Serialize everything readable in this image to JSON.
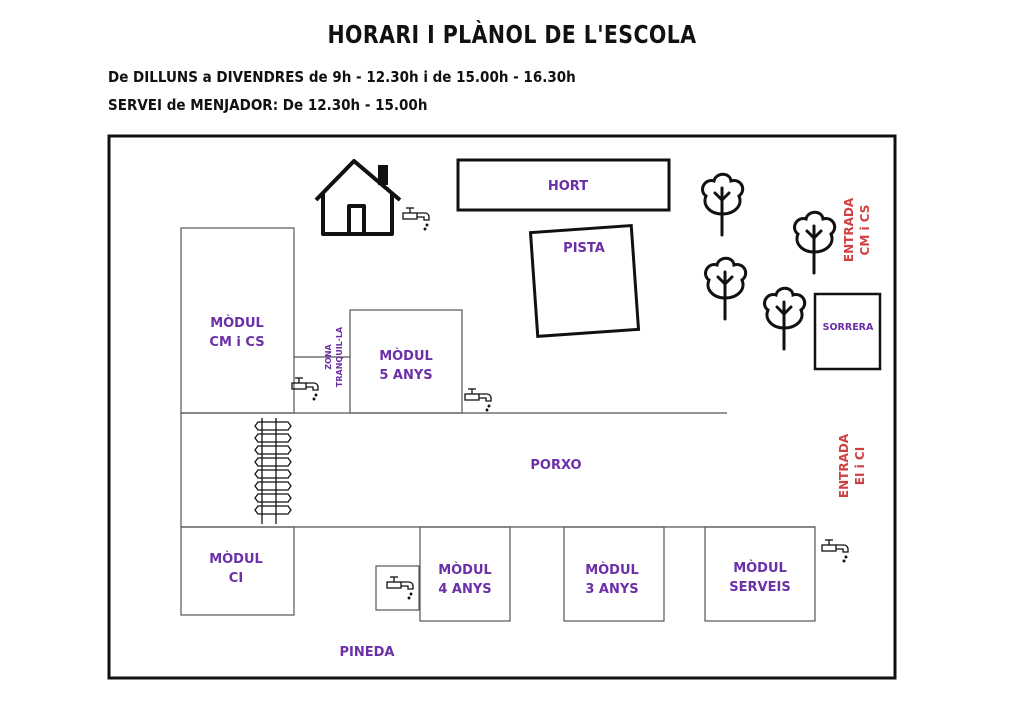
{
  "title": "HORARI I PLÀNOL DE L'ESCOLA",
  "schedule": "De DILLUNS a DIVENDRES de 9h - 12.30h i de 15.00h - 16.30h",
  "lunch": "SERVEI de MENJADOR: De 12.30h - 15.00h",
  "colors": {
    "label": "#6b2fa8",
    "entrance": "#d04040",
    "lines": "#111111"
  },
  "map": {
    "hort": "HORT",
    "pista": "PISTA",
    "sorrera": "SORRERA",
    "modul_cm_cs": [
      "MÒDUL",
      "CM i CS"
    ],
    "zona_tranquila": [
      "ZONA",
      "TRANQUIL·LA"
    ],
    "modul_5_anys": [
      "MÒDUL",
      "5 ANYS"
    ],
    "porxo": "PORXO",
    "modul_ci": [
      "MÒDUL",
      "CI"
    ],
    "modul_4_anys": [
      "MÒDUL",
      "4 ANYS"
    ],
    "modul_3_anys": [
      "MÒDUL",
      "3 ANYS"
    ],
    "modul_serveis": [
      "MÒDUL",
      "SERVEIS"
    ],
    "pineda": "PINEDA",
    "entrada_cm_cs": [
      "ENTRADA",
      "CM i CS"
    ],
    "entrada_ei_ci": [
      "ENTRADA",
      "EI i CI"
    ]
  },
  "icons": [
    "house-icon",
    "tree-icon",
    "tap-icon",
    "fence-icon"
  ]
}
